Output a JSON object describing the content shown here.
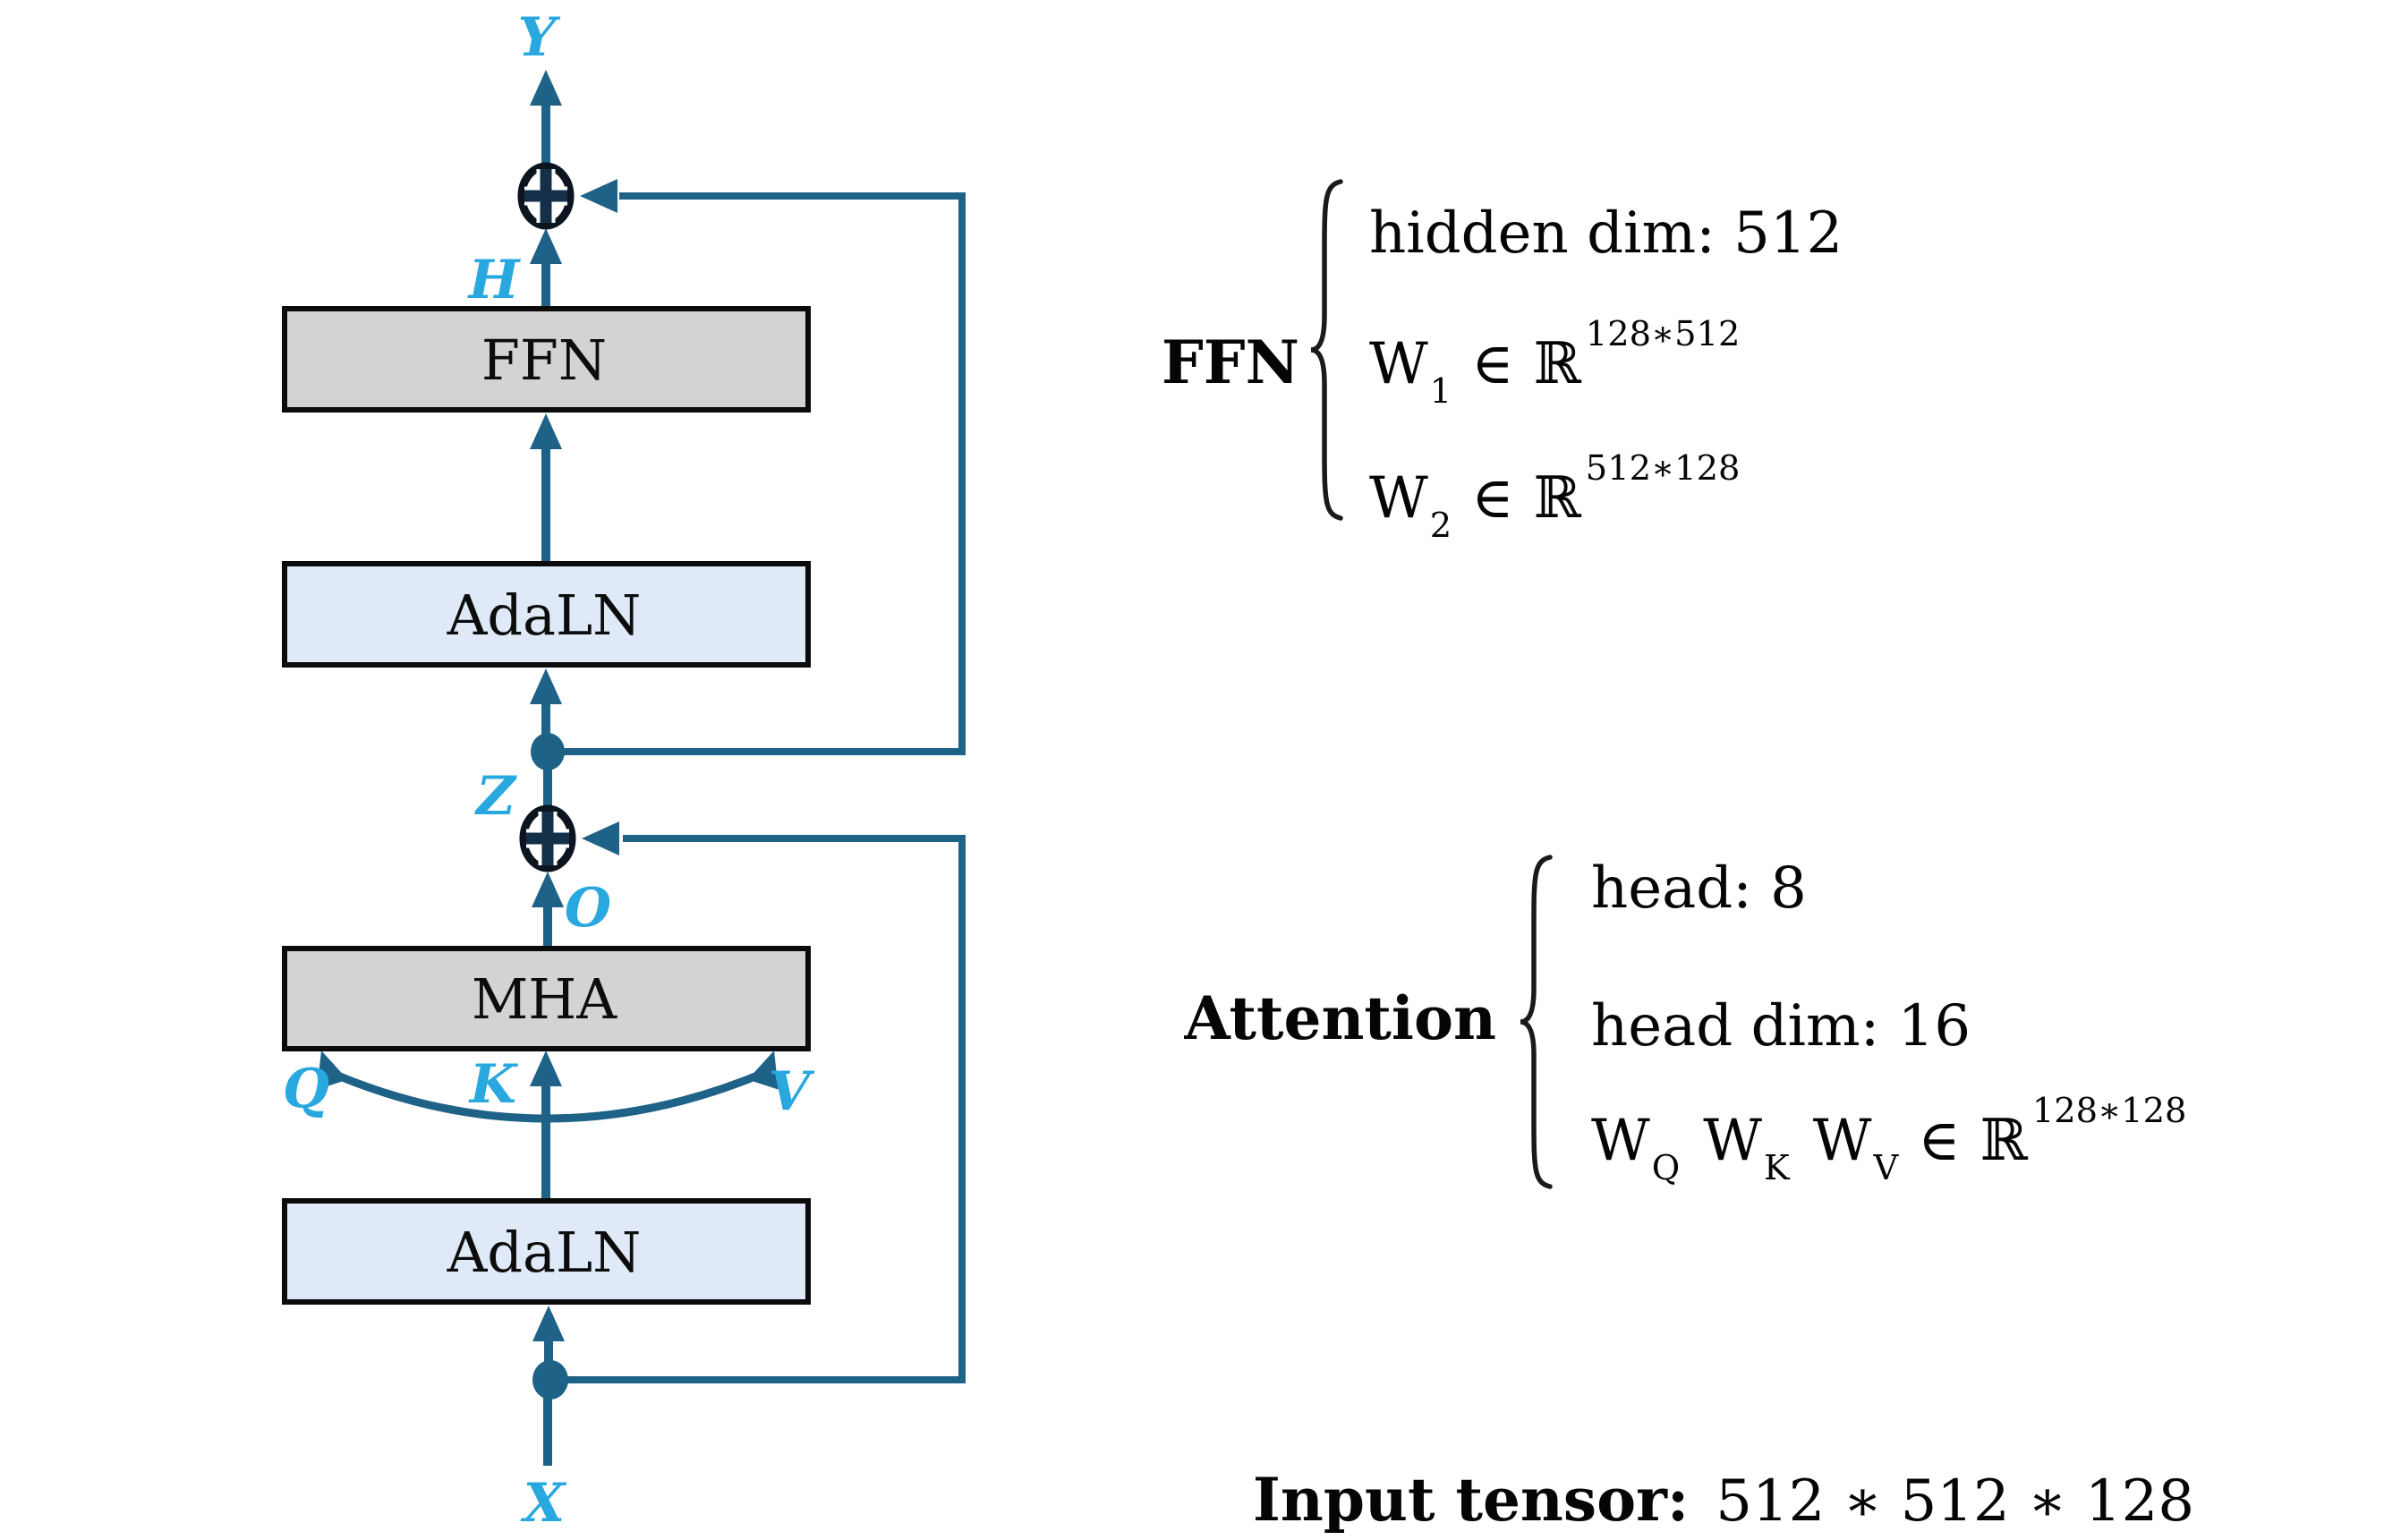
{
  "diagram": {
    "io_labels": {
      "y": "Y",
      "h": "H",
      "z": "Z",
      "o": "O",
      "q": "Q",
      "k": "K",
      "v": "V",
      "x": "X"
    },
    "blocks": [
      {
        "id": "ffn",
        "label": "FFN"
      },
      {
        "id": "adaln-top",
        "label": "AdaLN"
      },
      {
        "id": "mha",
        "label": "MHA"
      },
      {
        "id": "adaln-bottom",
        "label": "AdaLN"
      }
    ],
    "colors": {
      "line": "#1e6287",
      "io_label": "#29a8e0",
      "gray_block": "#d3d3d3",
      "blue_block": "#dfe9f7",
      "block_border": "#0b0b0b",
      "plus_ring": "#0c1420",
      "plus_sign": "#143049"
    }
  },
  "ffn_annotation": {
    "label": "FFN",
    "line1": {
      "text": "hidden dim: 512"
    },
    "line2": {
      "base": "W",
      "sub": "1",
      "rel": "∈",
      "set": "ℝ",
      "sup": "128∗512"
    },
    "line3": {
      "base": "W",
      "sub": "2",
      "rel": "∈",
      "set": "ℝ",
      "sup": "512∗128"
    }
  },
  "attention_annotation": {
    "label": "Attention",
    "line1": {
      "text": "head: 8"
    },
    "line2": {
      "text": "head dim: 16"
    },
    "line3": {
      "w1": "W",
      "sub_q": "Q",
      "w2": "W",
      "sub_k": "K",
      "w3": "W",
      "sub_v": "V",
      "rel": "∈",
      "set": "ℝ",
      "sup": "128∗128"
    }
  },
  "input_tensor": {
    "label": "Input tensor:",
    "value": "512 ∗ 512 ∗ 128"
  }
}
